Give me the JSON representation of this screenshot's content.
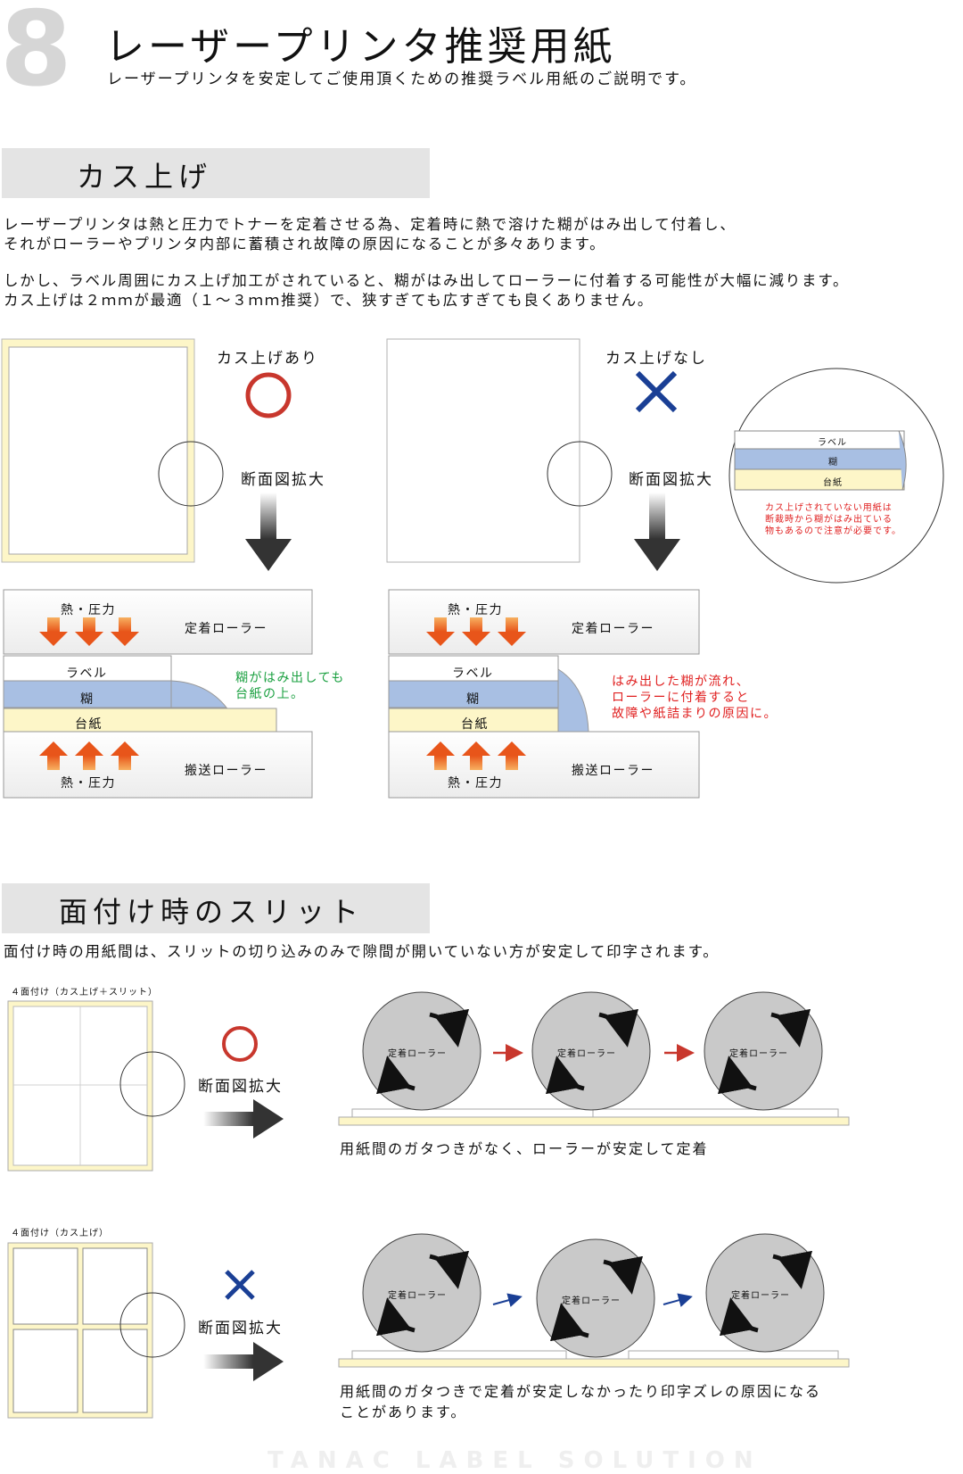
{
  "header": {
    "number": "8",
    "title": "レーザープリンタ推奨用紙",
    "subtitle": "レーザープリンタを安定してご使用頂くための推奨ラベル用紙のご説明です。"
  },
  "section1": {
    "heading": "カス上げ",
    "para1_line1": "レーザープリンタは熱と圧力でトナーを定着させる為、定着時に熱で溶けた糊がはみ出して付着し、",
    "para1_line2": "それがローラーやプリンタ内部に蓄積され故障の原因になることが多々あります。",
    "para2_line1": "しかし、ラベル周囲にカス上げ加工がされていると、糊がはみ出してローラーに付着する可能性が大幅に減ります。",
    "para2_line2": "カス上げは２ｍｍが最適（１～３ｍｍ推奨）で、狭すぎても広すぎても良くありません。",
    "left": {
      "label": "カス上げあり",
      "mark": "○",
      "zoom": "断面図拡大",
      "heat_top": "熱・圧力",
      "fix_roller": "定着ローラー",
      "layer_label": "ラベル",
      "layer_glue": "糊",
      "layer_base": "台紙",
      "note_line1": "糊がはみ出しても",
      "note_line2": "台紙の上。",
      "heat_bottom": "熱・圧力",
      "feed_roller": "搬送ローラー"
    },
    "right": {
      "label": "カス上げなし",
      "mark": "×",
      "zoom": "断面図拡大",
      "heat_top": "熱・圧力",
      "fix_roller": "定着ローラー",
      "layer_label": "ラベル",
      "layer_glue": "糊",
      "layer_base": "台紙",
      "note_line1": "はみ出した糊が流れ、",
      "note_line2": "ローラーに付着すると",
      "note_line3": "故障や紙詰まりの原因に。",
      "heat_bottom": "熱・圧力",
      "feed_roller": "搬送ローラー",
      "detail": {
        "layer_label": "ラベル",
        "layer_glue": "糊",
        "layer_base": "台紙",
        "note_line1": "カス上げされていない用紙は",
        "note_line2": "断裁時から糊がはみ出ている",
        "note_line3": "物もあるので注意が必要です。"
      }
    }
  },
  "section2": {
    "heading": "面付け時のスリット",
    "para": "面付け時の用紙間は、スリットの切り込みのみで隙間が開いていない方が安定して印字されます。",
    "row1": {
      "caption": "４面付け（カス上げ＋スリット）",
      "mark": "○",
      "zoom": "断面図拡大",
      "rollers": [
        "定着ローラー",
        "定着ローラー",
        "定着ローラー"
      ],
      "result": "用紙間のガタつきがなく、ローラーが安定して定着"
    },
    "row2": {
      "caption": "４面付け（カス上げ）",
      "mark": "×",
      "zoom": "断面図拡大",
      "rollers": [
        "定着ローラー",
        "定着ローラー",
        "定着ローラー"
      ],
      "result_line1": "用紙間のガタつきで定着が安定しなかったり印字ズレの原因になる",
      "result_line2": "ことがあります。"
    }
  },
  "footer": "TANAC LABEL SOLUTION",
  "colors": {
    "ok": "#c8372d",
    "ng": "#1a3f95",
    "label_yellow": "#fdf6c8",
    "glue_blue": "#a8bfe3",
    "roller_gray": "#c9c9c9",
    "heat_orange": "#f08a30"
  }
}
